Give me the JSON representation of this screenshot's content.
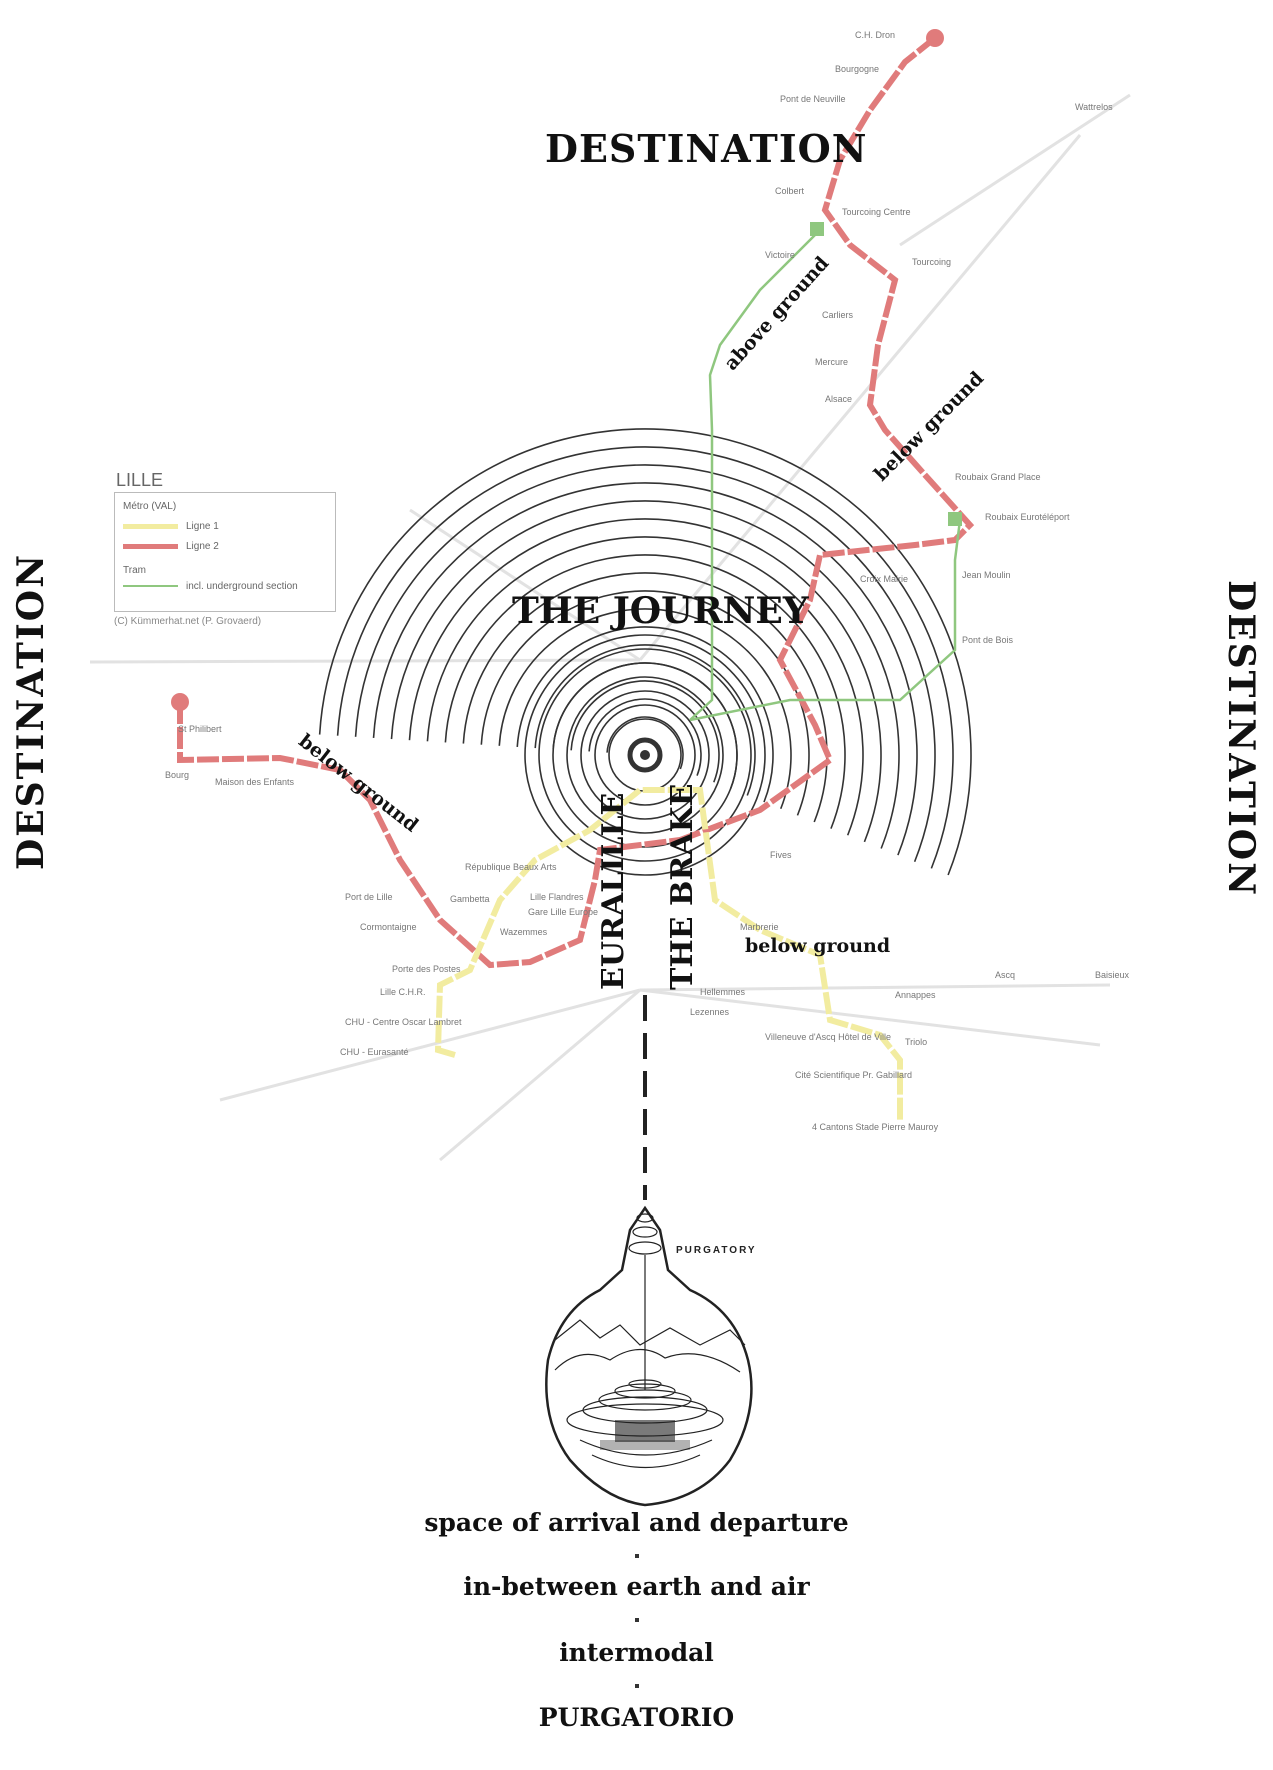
{
  "headings": {
    "top": "DESTINATION",
    "left": "DESTINATION",
    "right": "DESTINATION",
    "center": "THE JOURNEY",
    "euralille": "EURALILLE",
    "brake": "THE BRAKE"
  },
  "route_tags": {
    "above_ground": "above ground",
    "below_ground_ne": "below ground",
    "below_ground_w": "below ground",
    "below_ground_s": "below ground"
  },
  "legend": {
    "city": "LILLE",
    "metro": "Métro (VAL)",
    "line1": "Ligne 1",
    "line2": "Ligne 2",
    "tram": "Tram",
    "tram_note": "incl. underground section",
    "footer": "(C) Kümmerhat.net (P. Grovaerd)"
  },
  "stations": {
    "ch_dron": "C.H. Dron",
    "bourgogne": "Bourgogne",
    "pont_neuville": "Pont de Neuville",
    "colbert": "Colbert",
    "tourcoing_centre": "Tourcoing Centre",
    "tourcoing": "Tourcoing",
    "victoire": "Victoire",
    "carliers": "Carliers",
    "mercure": "Mercure",
    "alsace": "Alsace",
    "roubaix_grand_place": "Roubaix Grand Place",
    "roubaix_eurotelepart": "Roubaix Eurotéléport",
    "jean_moulin": "Jean Moulin",
    "pont_de_bois": "Pont de Bois",
    "saint_philibert": "St Philibert",
    "bourg": "Bourg",
    "maison_des_enfants": "Maison des Enfants",
    "cormontaigne": "Cormontaigne",
    "port_de_lille": "Port de Lille",
    "porte_des_postes": "Porte des Postes",
    "lille_flandres": "Lille Flandres",
    "gare_lille_europe": "Gare Lille Europe",
    "republique": "République Beaux Arts",
    "wazemmes": "Wazemmes",
    "gambetta": "Gambetta",
    "chu_eurasante": "CHU - Eurasanté",
    "chu_centre": "CHU - Centre Oscar Lambret",
    "lille_chr": "Lille C.H.R.",
    "villeneuve": "Villeneuve d'Ascq Hôtel de Ville",
    "triolo": "Triolo",
    "cite_scientifique": "Cité Scientifique Pr. Gabillard",
    "quatre_cantons": "4 Cantons Stade Pierre Mauroy",
    "fives": "Fives",
    "marbrerie": "Marbrerie",
    "hellemmes": "Hellemmes",
    "annappes": "Annappes",
    "ascq": "Ascq",
    "baisieux": "Baisieux",
    "lezennes": "Lezennes",
    "croix_mairie": "Croix Mairie",
    "wattrelos": "Wattrelos"
  },
  "purgatory_label": "PURGATORY",
  "bottom_lines": [
    "space of arrival and departure",
    "in-between earth and air",
    "intermodal",
    "PURGATORIO"
  ],
  "colors": {
    "line1": "#f2eca0",
    "line2": "#e07b7b",
    "tram": "#8fc77f",
    "rings": "#333333",
    "rail": "#e2e2e2"
  }
}
